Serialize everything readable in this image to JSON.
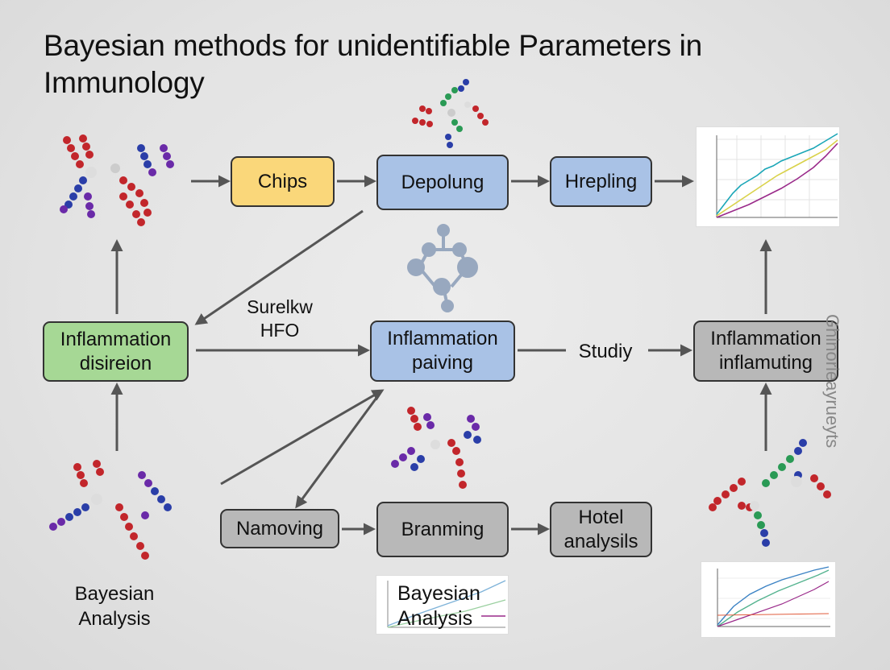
{
  "title": "Bayesian methods for unidentifiable Parameters in Immunology",
  "nodes": {
    "chips": "Chips",
    "depolung": "Depolung",
    "hrepling": "Hrepling",
    "infl_left": "Inflammation disireion",
    "infl_center": "Inflammation paiving",
    "infl_right": "Inflammation inflamuting",
    "namoving": "Namoving",
    "branming": "Branming",
    "hotel": "Hotel analysils"
  },
  "edge_labels": {
    "surelkw": "Surelkw HFO",
    "studiy": "Studiy"
  },
  "side_label": "Ghinoriеаyrueyts",
  "bottom_left_label": "Bayesian Analysis",
  "bottom_center_label": "Bayesian Analysis",
  "colors": {
    "yellow": "#fad77a",
    "blue": "#a9c2e6",
    "green": "#a6d895",
    "gray": "#b8b8b8",
    "arrow": "#555555"
  },
  "icons": [
    "antibody-icon",
    "molecule-icon",
    "line-chart-thumbnail"
  ]
}
